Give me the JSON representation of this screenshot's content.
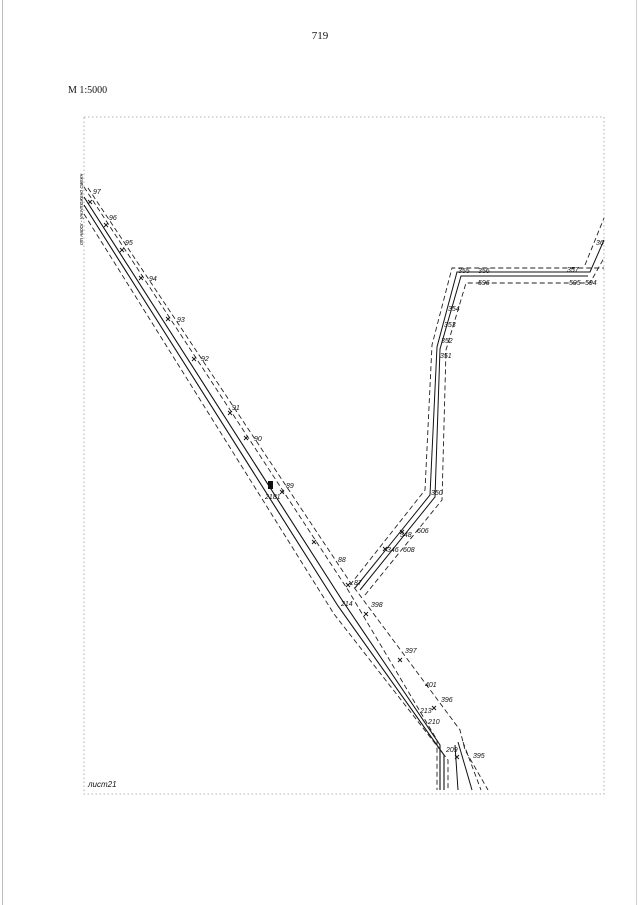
{
  "page_number": "719",
  "scale": "М 1:5000",
  "sheet_label": "лист21",
  "edge_note": "от наоск - уничтожено смежн",
  "points": {
    "97": "97",
    "96": "96",
    "95": "95",
    "94": "94",
    "93": "93",
    "92": "92",
    "91": "91",
    "90": "90",
    "89": "89",
    "2181": "2181",
    "88": "88",
    "87": "87",
    "214": "214",
    "398": "398",
    "397": "397",
    "401": "401",
    "396": "396",
    "213": "213",
    "210": "210",
    "209": "209",
    "395": "395",
    "346": "346",
    "608": "608",
    "348": "348",
    "606": "606",
    "350": "350",
    "351": "351",
    "352": "352",
    "353": "353",
    "354": "354",
    "355": "355",
    "356": "356",
    "596": "596",
    "357": "357",
    "595": "595",
    "594": "594",
    "36x": "36"
  }
}
